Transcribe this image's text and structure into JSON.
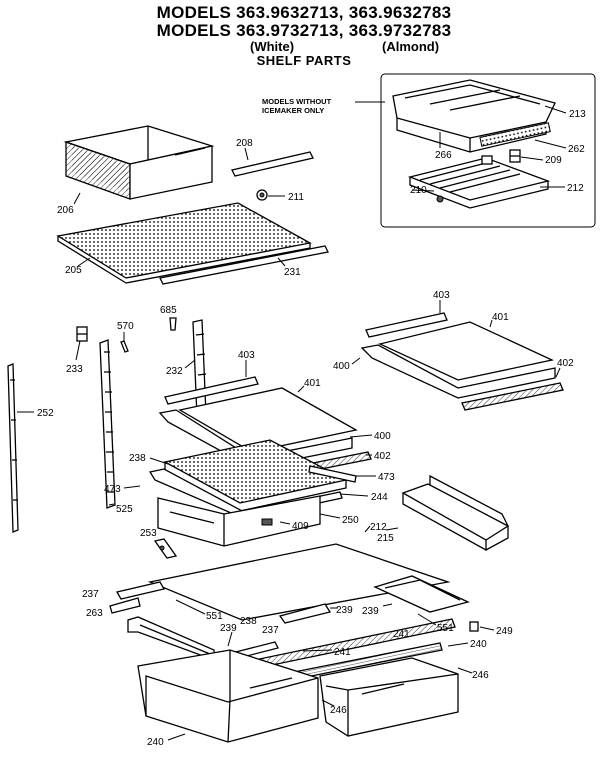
{
  "title": {
    "line1": "MODELS 363.9632713, 363.9632783",
    "line2": "MODELS 363.9732713, 363.9732783",
    "white": "(White)",
    "almond": "(Almond)",
    "line4": "SHELF PARTS"
  },
  "inset": {
    "note_line1": "MODELS WITHOUT",
    "note_line2": "ICEMAKER ONLY"
  },
  "parts": {
    "p213": "213",
    "p262": "262",
    "p266": "266",
    "p209": "209",
    "p210": "210",
    "p212a": "212",
    "p208": "208",
    "p206": "206",
    "p211": "211",
    "p205": "205",
    "p231": "231",
    "p403a": "403",
    "p401a": "401",
    "p400a": "400",
    "p402a": "402",
    "p685": "685",
    "p570": "570",
    "p233": "233",
    "p232": "232",
    "p403b": "403",
    "p401b": "401",
    "p400b": "400",
    "p402b": "402",
    "p252": "252",
    "p238a": "238",
    "p473a": "473",
    "p473b": "473",
    "p244": "244",
    "p525": "525",
    "p409": "409",
    "p250": "250",
    "p215": "215",
    "p253": "253",
    "p212b": "212",
    "p237a": "237",
    "p263": "263",
    "p551a": "551",
    "p239a": "239",
    "p239b": "239",
    "p551b": "551",
    "p249": "249",
    "p238b": "238",
    "p237b": "237",
    "p239c": "239",
    "p241a": "241",
    "p240a": "240",
    "p241b": "241",
    "p246a": "246",
    "p246b": "246",
    "p240b": "240"
  }
}
